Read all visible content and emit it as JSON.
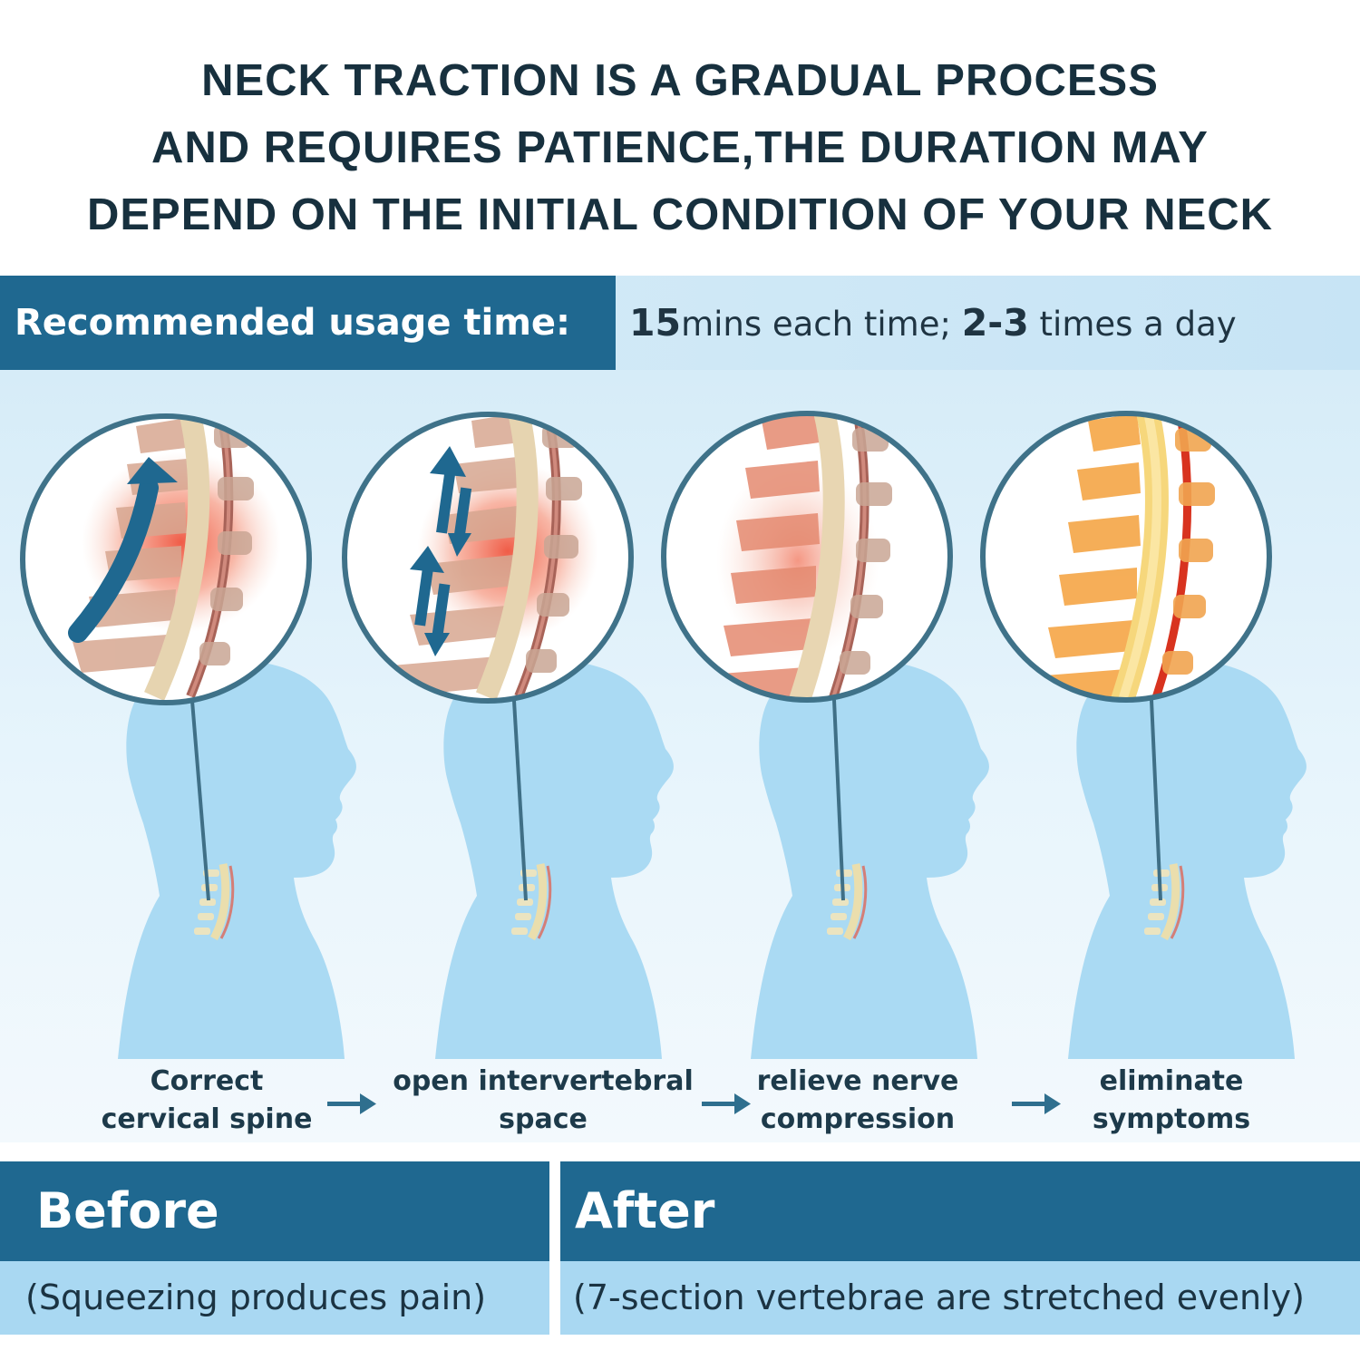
{
  "headline": {
    "lines": [
      "NECK TRACTION IS A GRADUAL PROCESS",
      "AND REQUIRES PATIENCE,THE DURATION MAY",
      "DEPEND ON THE INITIAL CONDITION OF YOUR NECK"
    ]
  },
  "usage": {
    "label": "Recommended usage time:",
    "minutes": "15",
    "minutes_text": "mins each time; ",
    "times": "2-3",
    "times_text": " times a day"
  },
  "steps": [
    {
      "line1": "Correct",
      "line2": "cervical spine"
    },
    {
      "line1": "open intervertebral",
      "line2": "space"
    },
    {
      "line1": "relieve nerve",
      "line2": "compression"
    },
    {
      "line1": "eliminate",
      "line2": "symptoms"
    }
  ],
  "comparison": {
    "before": {
      "title": "Before",
      "caption": "(Squeezing produces pain)"
    },
    "after": {
      "title": "After",
      "caption": "(7-section vertebrae are stretched evenly)"
    }
  },
  "colors": {
    "brand_blue": "#1f6890",
    "light_blue": "#a9d8f2",
    "pain_red": "#e8533d",
    "healthy_orange": "#f5a646"
  },
  "icons": [
    "curved-arrow-icon",
    "double-arrow-icon",
    "flow-arrow-icon"
  ]
}
